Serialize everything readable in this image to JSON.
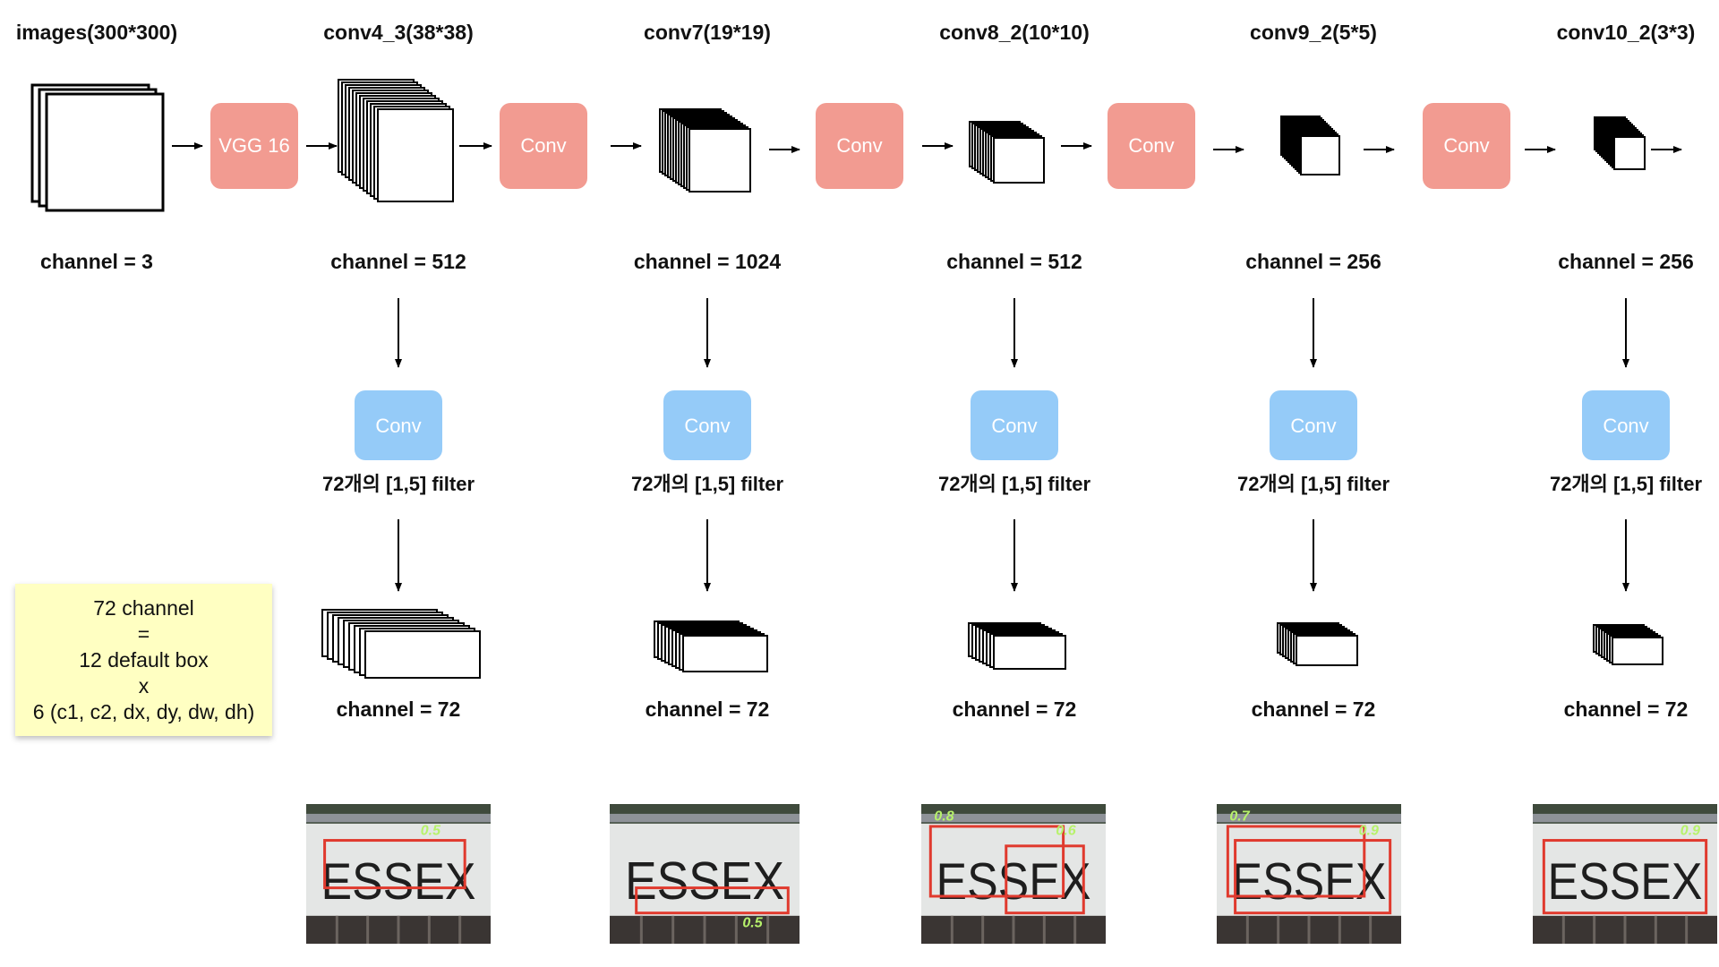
{
  "stage_labels": [
    "images(300*300)",
    "conv4_3(38*38)",
    "conv7(19*19)",
    "conv8_2(10*10)",
    "conv9_2(5*5)",
    "conv10_2(3*3)"
  ],
  "channel_labels": [
    "channel = 3",
    "channel = 512",
    "channel = 1024",
    "channel = 512",
    "channel = 256",
    "channel = 256"
  ],
  "main_blocks": [
    "VGG 16",
    "Conv",
    "Conv",
    "Conv",
    "Conv"
  ],
  "branch_conv_label": "Conv",
  "branch_filter_label": "72개의 [1,5] filter",
  "branch_output_label": "channel = 72",
  "note_lines": [
    "72 channel",
    "=",
    "12 default box",
    "x",
    "6 (c1, c2, dx, dy, dw, dh)"
  ],
  "sign_text": "ESSEX",
  "detections": [
    {
      "scores": [
        "0.5"
      ]
    },
    {
      "scores": [
        "0.5"
      ]
    },
    {
      "scores": [
        "0.8",
        "0.6"
      ]
    },
    {
      "scores": [
        "0.7",
        "0.9"
      ]
    },
    {
      "scores": [
        "0.9"
      ]
    }
  ],
  "colors": {
    "main_block": "#f29b91",
    "branch_block": "#95cbf8",
    "note_bg": "#ffffc2",
    "box_red": "#e03a2e",
    "score_green": "#b7f26b"
  }
}
